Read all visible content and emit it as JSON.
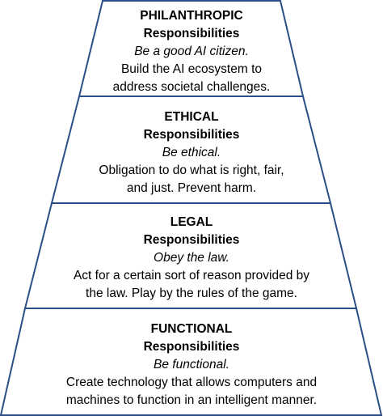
{
  "pyramid": {
    "tiers": [
      {
        "title": "PHILANTHROPIC",
        "subtitle": "Responsibilities",
        "motto": "Be a good AI citizen.",
        "description_lines": [
          "Build the AI ecosystem to",
          "address societal challenges."
        ]
      },
      {
        "title": "ETHICAL",
        "subtitle": "Responsibilities",
        "motto": "Be ethical.",
        "description_lines": [
          "Obligation to do what is right, fair,",
          "and just. Prevent harm."
        ]
      },
      {
        "title": "LEGAL",
        "subtitle": "Responsibilities",
        "motto": "Obey the law.",
        "description_lines": [
          "Act for a certain sort of reason provided by",
          "the law. Play by the rules of the game."
        ]
      },
      {
        "title": "FUNCTIONAL",
        "subtitle": "Responsibilities",
        "motto": "Be functional.",
        "description_lines": [
          "Create technology that allows computers and",
          "machines to function in an intelligent manner."
        ]
      }
    ],
    "colors": {
      "fill": "#ffffff",
      "stroke": "#2b4f86"
    }
  }
}
